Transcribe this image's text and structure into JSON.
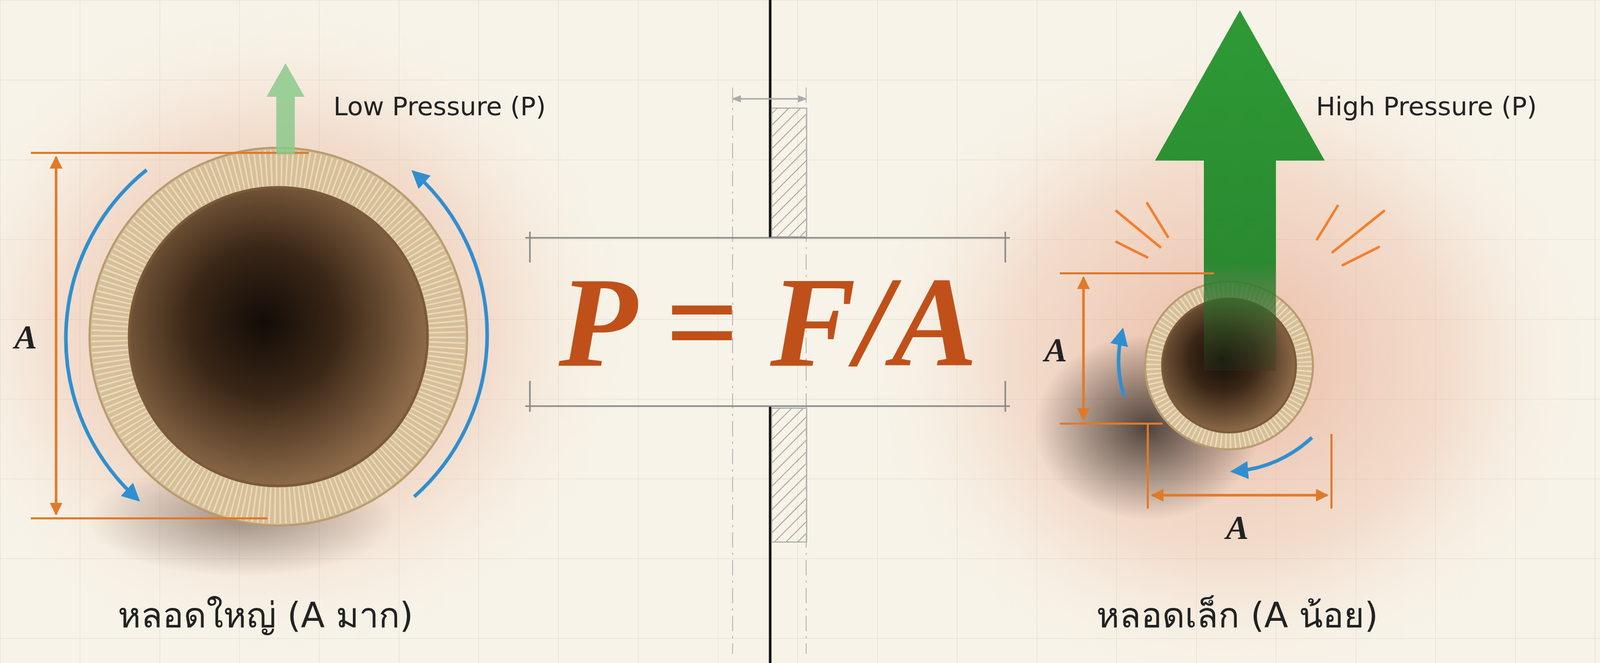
{
  "diagram": {
    "nodes": [
      {
        "text": [
          "P = F/A"
        ]
      }
    ],
    "labels": [
      "Low Pressure (P)",
      "A",
      "หลอดใหญ่ (A มาก)",
      "High Pressure (P)",
      "A",
      "A",
      "หลอดเล็ก (A น้อย)"
    ]
  }
}
